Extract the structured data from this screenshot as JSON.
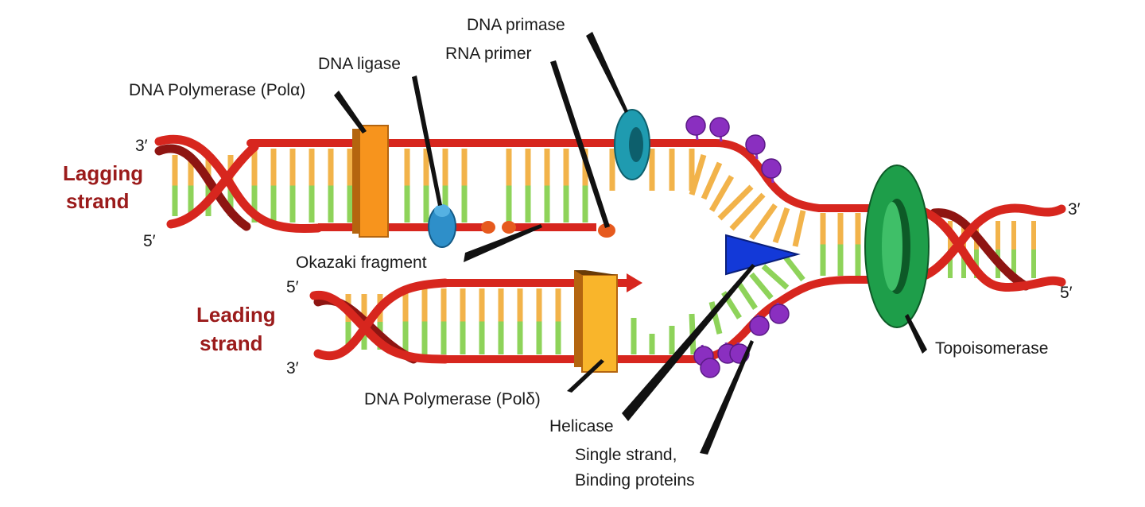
{
  "labels": {
    "dna_primase": "DNA primase",
    "rna_primer": "RNA primer",
    "dna_ligase": "DNA ligase",
    "pol_alpha": "DNA Polymerase (Polα)",
    "okazaki": "Okazaki fragment",
    "pol_delta": "DNA Polymerase (Polδ)",
    "helicase": "Helicase",
    "ssb_line1": "Single strand,",
    "ssb_line2": "Binding proteins",
    "topoisomerase": "Topoisomerase"
  },
  "strands": {
    "lagging_line1": "Lagging",
    "lagging_line2": "strand",
    "leading_line1": "Leading",
    "leading_line2": "strand"
  },
  "ends": {
    "lag_left_top": "3′",
    "lag_left_bottom": "5′",
    "lead_left_top": "5′",
    "lead_left_bottom": "3′",
    "right_top": "3′",
    "right_bottom": "5′"
  },
  "colors": {
    "backbone": "#d7261e",
    "backbone_dark": "#8e1512",
    "base_orange": "#f2b34a",
    "base_green": "#8ed35a",
    "polymerase": "#f7941d",
    "primase": "#1f9bb0",
    "ligase": "#2e8fc9",
    "helicase": "#1339d8",
    "topoisomerase": "#1e9e4a",
    "ssb": "#8a2fc0",
    "primer": "#e65a1e"
  }
}
